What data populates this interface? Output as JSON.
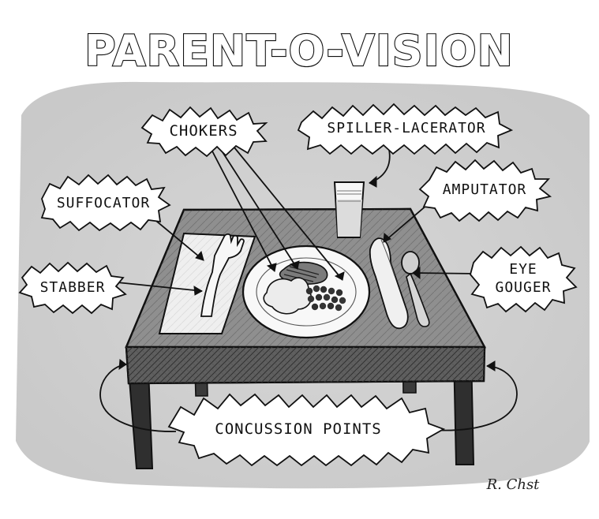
{
  "title": "PARENT-O-VISION",
  "labels": {
    "chokers": "CHOKERS",
    "spiller_lacerator": "SPILLER-LACERATOR",
    "suffocator": "SUFFOCATOR",
    "amputator": "AMPUTATOR",
    "stabber": "STABBER",
    "eye_gouger_line1": "EYE",
    "eye_gouger_line2": "GOUGER",
    "concussion_points": "CONCUSSION POINTS"
  },
  "signature": "R. Chst",
  "colors": {
    "background": "#ffffff",
    "wash": "#cfcfcf",
    "ink": "#111111",
    "tabletop": "#8f8f8f",
    "table_apron": "#5f5f5f",
    "plate": "#f8f8f8"
  }
}
